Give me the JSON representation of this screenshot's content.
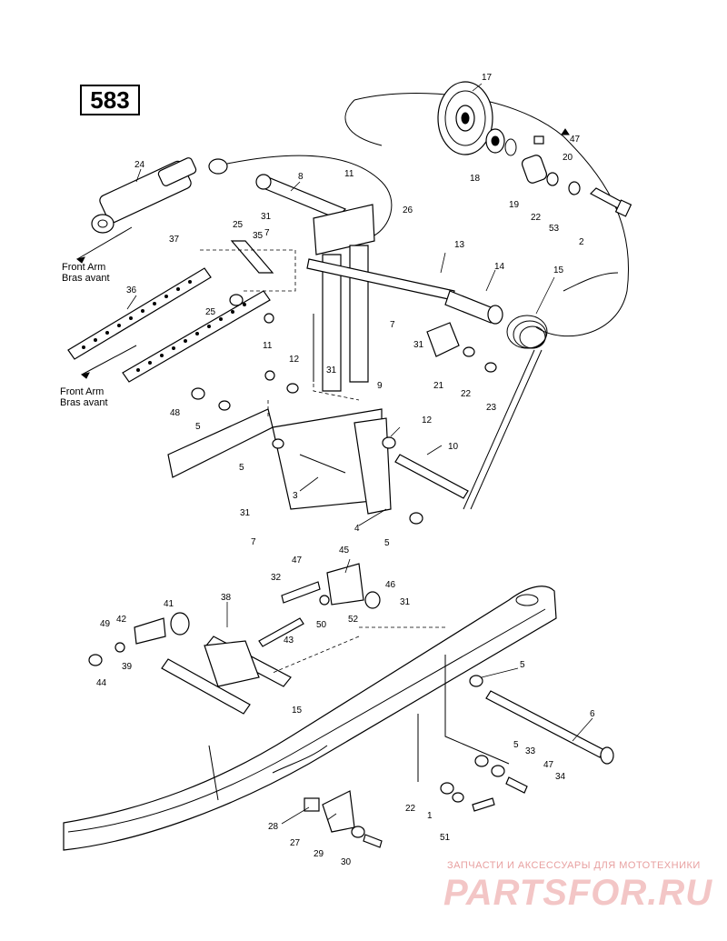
{
  "page": {
    "number": "583"
  },
  "notes": {
    "front_arm_1": [
      "Front Arm",
      "Bras avant"
    ],
    "front_arm_2": [
      "Front Arm",
      "Bras avant"
    ]
  },
  "callouts": [
    "17",
    "47",
    "20",
    "18",
    "19",
    "22",
    "53",
    "2",
    "24",
    "8",
    "11",
    "26",
    "31",
    "7",
    "25",
    "35",
    "37",
    "13",
    "14",
    "15",
    "36",
    "25",
    "11",
    "7",
    "31",
    "12",
    "31",
    "9",
    "21",
    "22",
    "23",
    "48",
    "5",
    "12",
    "5",
    "10",
    "3",
    "31",
    "7",
    "4",
    "5",
    "45",
    "47",
    "32",
    "46",
    "31",
    "52",
    "50",
    "43",
    "41",
    "38",
    "49",
    "42",
    "39",
    "44",
    "5",
    "6",
    "15",
    "5",
    "33",
    "47",
    "34",
    "22",
    "1",
    "51",
    "28",
    "27",
    "29",
    "30"
  ],
  "watermark": {
    "tagline": "ЗАПЧАСТИ И АКСЕССУАРЫ ДЛЯ МОТОТЕХНИКИ",
    "brand": "PARTSFOR.RU"
  }
}
